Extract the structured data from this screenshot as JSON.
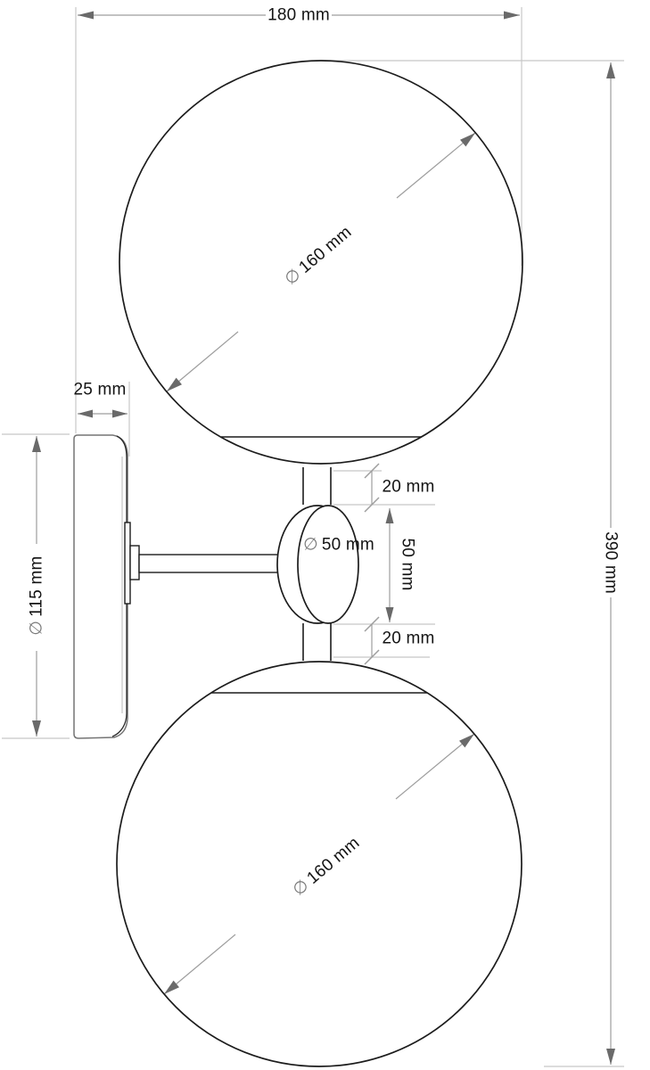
{
  "drawing": {
    "subject": "double-globe wall lamp dimensional drawing",
    "units": "mm",
    "colors": {
      "background": "#ffffff",
      "geometry_outline": "#1c1c1c",
      "backplate_outline": "#757575",
      "extension_line": "#c8c8c8",
      "dimension_line": "#9e9e9e",
      "arrowhead": "#6a6a6a",
      "label_text": "#141414",
      "diameter_symbol": "#7a7a7a"
    },
    "labels": {
      "overall_width": {
        "value": "180 mm"
      },
      "overall_height": {
        "value": "390 mm"
      },
      "backplate_depth": {
        "value": "25 mm"
      },
      "backplate_diameter": {
        "symbol": "∅",
        "value": "115 mm"
      },
      "upper_globe_diameter": {
        "symbol": "∅",
        "value": "160 mm"
      },
      "lower_globe_diameter": {
        "symbol": "∅",
        "value": "160 mm"
      },
      "hub_diameter": {
        "symbol": "∅",
        "value": "50 mm"
      },
      "hub_height": {
        "value": "50 mm"
      },
      "upper_stem_length": {
        "value": "20 mm"
      },
      "lower_stem_length": {
        "value": "20 mm"
      }
    }
  }
}
